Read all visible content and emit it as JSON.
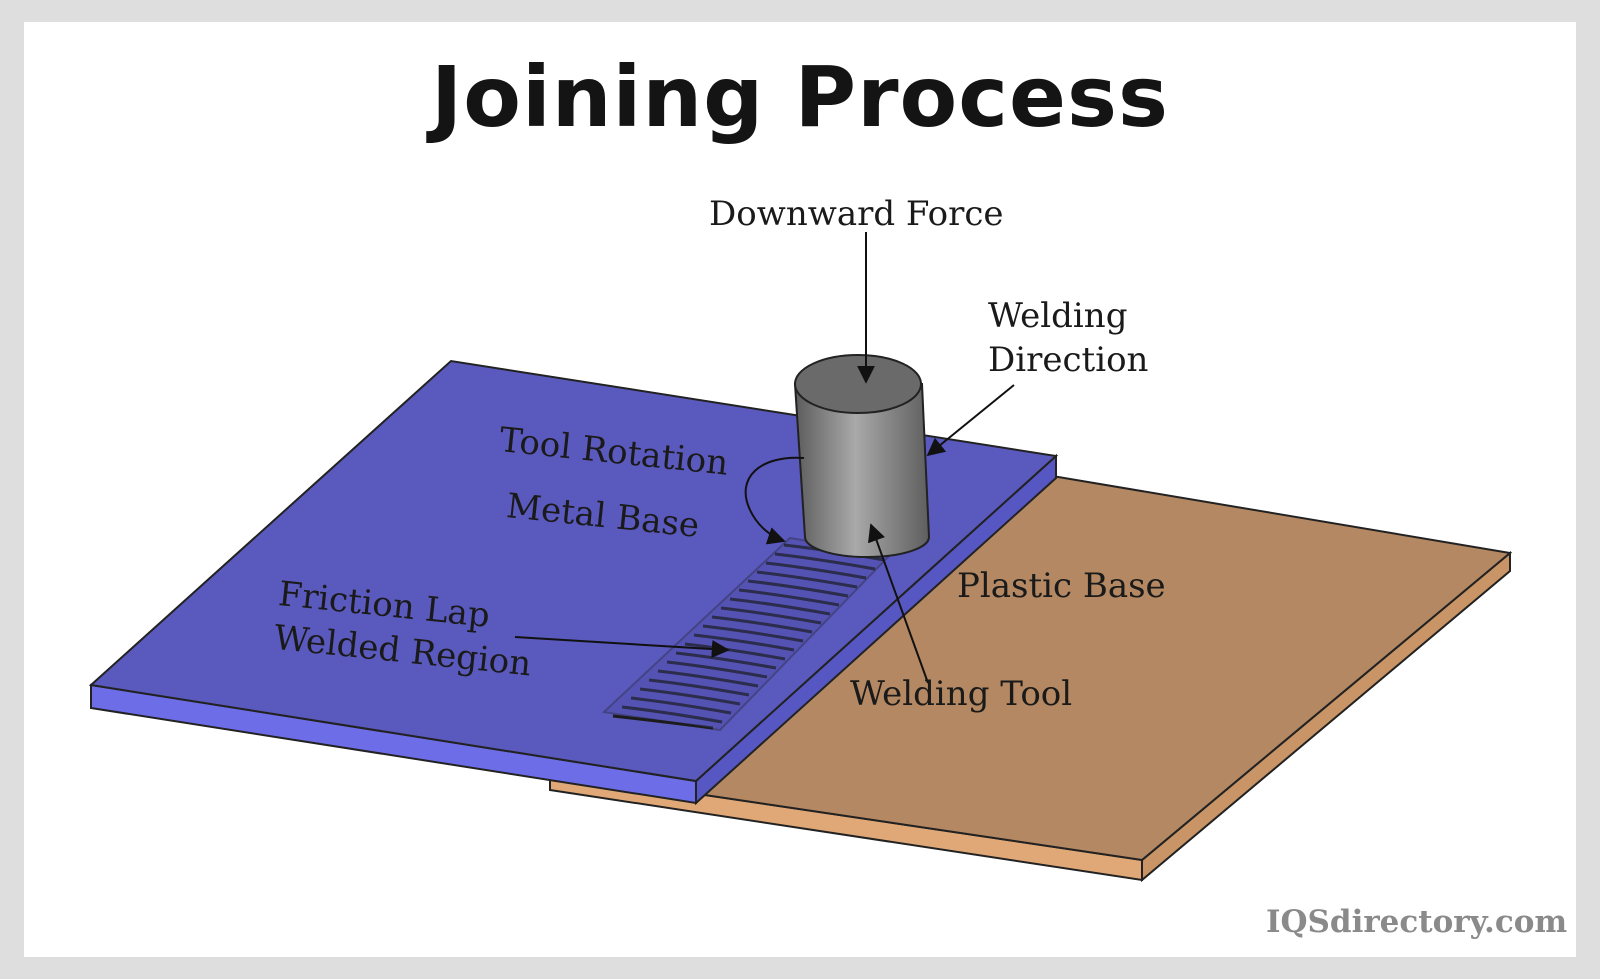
{
  "title": "Joining Process",
  "labels": {
    "downward_force": "Downward Force",
    "welding_direction": [
      "Welding",
      "Direction"
    ],
    "tool_rotation": "Tool Rotation",
    "metal_base": "Metal Base",
    "friction_lap_welded_region": [
      "Friction Lap",
      "Welded Region"
    ],
    "plastic_base": "Plastic Base",
    "welding_tool": "Welding Tool"
  },
  "watermark": "IQSdirectory.com",
  "colors": {
    "background": "#dedede",
    "panel": "#ffffff",
    "metal_base_top": "#5a59bd",
    "metal_base_edge": "#6d6de8",
    "plastic_base_top": "#b38862",
    "plastic_base_edge": "#e0a877",
    "tool": "#8e8e8e",
    "weld_ridges": "#1c1c1c",
    "text": "#1a1a1a"
  },
  "icons": [
    "downward-arrow-icon",
    "welding-direction-arrow-icon",
    "rotation-arrow-icon",
    "leader-arrow-icon"
  ]
}
